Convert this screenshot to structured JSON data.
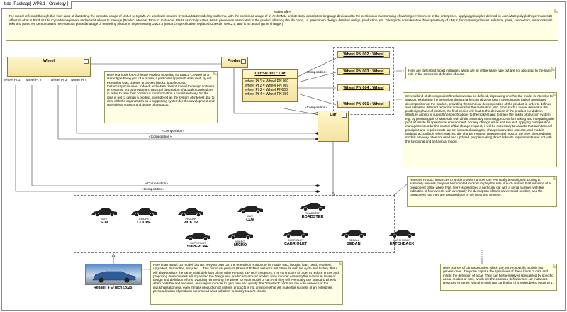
{
  "diagram_tab": "bdd [Package] WP3.1 [ Ontology ]",
  "rationale": {
    "title": "«rationale»",
    "text": "The model reflected through this view aims at illustrating the potential usage of UML2 or SysML V1 used with modern SysML/UML2 modeling platforms, with the combined usage of 1) ArchiMate architectural description language dedicated to the continuous transforming of working environment of the enterprises, applying principles defined by ArchiMate polyglot hypermodels 2) reflect of what is Product Life Cycle Management and what it allows to manage (Product Models, Product Instances, Parts as Configuration items, processes associated to the product all along the life cycle, i.e. preliminary design, detailed design, production, etc. Taking into consideration the expressivity of UML2, for capturing classes, relations, parts, connectors, instances with links and parts, we demonstrates here various potential usage of modelling platforms implementing UML2.5 (InstanceSpecification replaced Object in UML2.5, and is an actual game changer)"
  },
  "blocks": {
    "wheel": {
      "name": "Wheel"
    },
    "product": {
      "name": "Product"
    },
    "car": {
      "name": "Car"
    },
    "car_instance": {
      "name": "Car SN 001 : Car",
      "slots": [
        "wheel Pt 1 = Wheel PN 002",
        "wheel Pt 2 = Wheel PN 001",
        "wheel Pt 3 = Wheel PN003",
        "wheel Pt 4 = Wheel PN 001"
      ]
    },
    "wheel_instances": [
      "Wheel PN 002 : Wheel",
      "Wheel PN 003 : Wheel",
      "Wheel PN 004 : Wheel",
      "Wheel PN 001 : Wheel"
    ]
  },
  "wheel_parts": [
    "wheel Pt 1",
    "wheel Pt 2",
    "wheel Pt 3",
    "wheel Pt 4"
  ],
  "relations": {
    "composition": "«Composition»"
  },
  "notes": {
    "archimate": "Here is a hook for ArchiMate Product modeling construct. Created as a stereotype being part of a profile, a particular approach was used, by not extending UML classes or SysML blocks, but also UML InstanceSpecification. Indeed, ArchiMate doesn't intend to design software or systems, but to provide architectural description of actual organizations in order to plan their continous transformation a consistent way. So the idea is not to design a product, considered as the system of interest, but to deal with the organization as a supporting system for the development and operational support and usage of products.",
    "instances4": "Here are described 4 part instances which are all of the same type but are not allocated to the same role in the composite definition of a car.",
    "decomposition": "Several kind of decomposition/breakdown can be defined, depending on what the model is intended to support: explaining the behaviour through a functional description, providing the logical associated decomposition of the product, providing the technical decomposition of the product in order to defined and assessed different technical solutions for the realization, etc. From such a model defined in the predesign phase of product, the final choice will lead to the derivation of the product breakdown structure aiming at supporting specifications to the makers and to make the link to production system, e.g. by providing Bill of Materials with all the assembly mounting process for making and integrating the product inside its operational environment. For any change issue and request, applying configuration management under the control of the change request, it will be necessary to validate that architectural principles and requirements are not impacted during the change instruction process, and models updated accordingly when realizing the change request. However and most of the time, the predesign models are very often not used and updated, people making direct link with requirements and not with the functional and behavioral model.",
    "product_instances": "Here are Product instances to which a serial number can eventually be assigned. During an assembly process, they will be mounted in order to play the role of such or such Part instance of a component of the wheel type. Here is described a particular car with a serial number, with the indication of four wheels with eventually the description of their owner serial number, and the component role they are assigned due to the mounting process.",
    "actual_car": "Here is an actual car model, but not yet your own car, the one which is about to be made, sold, bought, loan, used, repaired, upgraded, dismantled, recycled.... This particular product (Renault R-Tech instance will follow its own life cycle and history. But it will always share the same initial definition of the other Renault 4 E-Tech instances. The contructors in order to reduce prices and proposing more choices will organized the design and production around product lines in order ensuring the maximum reuse of design and definition efforts, avoiding reinventing the wheel for each model of car. And they will eventually use standard wheels when possible and accurate, once again in order to gain time and quality: the \"standard\" parts are the core essence of the industrialisation era, even if mass production of uniform products is not anymore what will make the success of an enterprise, personalization of products are instead what will allow to satisfy today's clients.",
    "categories": "Here is a set of car taxonomies, which are not yet specific models but generic ones. They can capture the specificies of these kinds of cars and inherit the definition of a car. They can be themselves specialized by specific actual models of cars, which are the common definitions of car instances produced in series (with the minimum cardinality of a series being equal to 1."
  },
  "car_types": [
    {
      "small": "SUV",
      "big": "SUV"
    },
    {
      "small": "COUPE",
      "big": "COUPE"
    },
    {
      "small": "PICKUP",
      "big": "PICKUP"
    },
    {
      "small": "CUV",
      "big": "CUV"
    },
    {
      "small": "ROADSTER",
      "big": "ROADSTER"
    },
    {
      "small": "SUPERCAR",
      "big": "SUPERCAR"
    },
    {
      "small": "MICRO",
      "big": "MICRO"
    },
    {
      "small": "CABRIOLET",
      "big": "CABRIOLET"
    },
    {
      "small": "SEDAN",
      "big": "SEDAN"
    },
    {
      "small": "HATCHBACK",
      "big": "HATCHBACK"
    }
  ],
  "car_model": {
    "name": "Renault 4 E-Tech (2025)"
  },
  "colors": {
    "note_bg": "#ffffe6",
    "block_top": "#fff6c8",
    "block_bottom": "#f4e3a0",
    "line": "#333333"
  }
}
